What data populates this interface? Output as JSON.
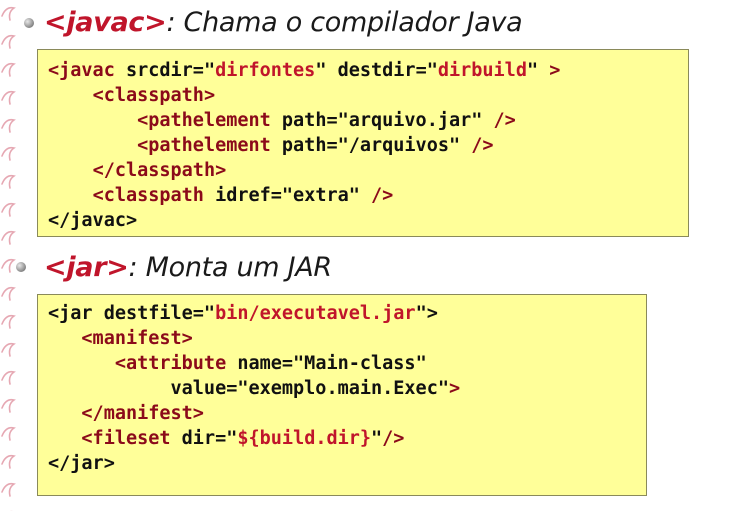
{
  "sections": [
    {
      "tag_open": "<",
      "tag_name": "javac",
      "tag_close": ">",
      "description": ": Chama o compilador Java",
      "code_lines": [
        [
          {
            "k": "t",
            "s": "<javac "
          },
          {
            "k": "p",
            "s": "srcdir="
          },
          {
            "k": "q",
            "s": "\""
          },
          {
            "k": "v",
            "s": "dirfontes"
          },
          {
            "k": "q",
            "s": "\" "
          },
          {
            "k": "p",
            "s": "destdir="
          },
          {
            "k": "q",
            "s": "\""
          },
          {
            "k": "v",
            "s": "dirbuild"
          },
          {
            "k": "q",
            "s": "\" "
          },
          {
            "k": "t",
            "s": ">"
          }
        ],
        [
          {
            "k": "p",
            "s": "    "
          },
          {
            "k": "t",
            "s": "<classpath>"
          }
        ],
        [
          {
            "k": "p",
            "s": "        "
          },
          {
            "k": "t",
            "s": "<pathelement "
          },
          {
            "k": "p",
            "s": "path=\"arquivo.jar\" "
          },
          {
            "k": "t",
            "s": "/>"
          }
        ],
        [
          {
            "k": "p",
            "s": "        "
          },
          {
            "k": "t",
            "s": "<pathelement "
          },
          {
            "k": "p",
            "s": "path=\"/arquivos\" "
          },
          {
            "k": "t",
            "s": "/>"
          }
        ],
        [
          {
            "k": "p",
            "s": "    "
          },
          {
            "k": "t",
            "s": "</classpath>"
          }
        ],
        [
          {
            "k": "p",
            "s": "    "
          },
          {
            "k": "t",
            "s": "<classpath "
          },
          {
            "k": "p",
            "s": "idref=\"extra\" "
          },
          {
            "k": "t",
            "s": "/>"
          }
        ],
        [
          {
            "k": "p",
            "s": "</javac>"
          }
        ]
      ]
    },
    {
      "tag_open": "<",
      "tag_name": "jar",
      "tag_close": ">",
      "description": ": Monta um JAR",
      "code_lines": [
        [
          {
            "k": "p",
            "s": "<jar destfile=\""
          },
          {
            "k": "v",
            "s": "bin/executavel.jar"
          },
          {
            "k": "p",
            "s": "\">"
          }
        ],
        [
          {
            "k": "p",
            "s": "   "
          },
          {
            "k": "t",
            "s": "<manifest>"
          }
        ],
        [
          {
            "k": "p",
            "s": "      "
          },
          {
            "k": "t",
            "s": "<attribute "
          },
          {
            "k": "p",
            "s": "name=\"Main-class\""
          }
        ],
        [
          {
            "k": "p",
            "s": "           value=\"exemplo.main.Exec\""
          },
          {
            "k": "t",
            "s": ">"
          }
        ],
        [
          {
            "k": "p",
            "s": "   "
          },
          {
            "k": "t",
            "s": "</manifest>"
          }
        ],
        [
          {
            "k": "p",
            "s": "   "
          },
          {
            "k": "t",
            "s": "<fileset "
          },
          {
            "k": "p",
            "s": "dir=\""
          },
          {
            "k": "v",
            "s": "${build.dir}"
          },
          {
            "k": "p",
            "s": "\""
          },
          {
            "k": "t",
            "s": "/>"
          }
        ],
        [
          {
            "k": "p",
            "s": "</jar>"
          }
        ]
      ]
    }
  ],
  "colors": {
    "code_background": "#ffff99",
    "tag_red": "#c0152b",
    "tag_dark_red": "#8b0a1a",
    "decor_pink": "#e6a8b3"
  },
  "icons": {
    "bullet": "gray-sphere-bullet-icon",
    "margin_decoration": "pink-flourish-icon"
  }
}
